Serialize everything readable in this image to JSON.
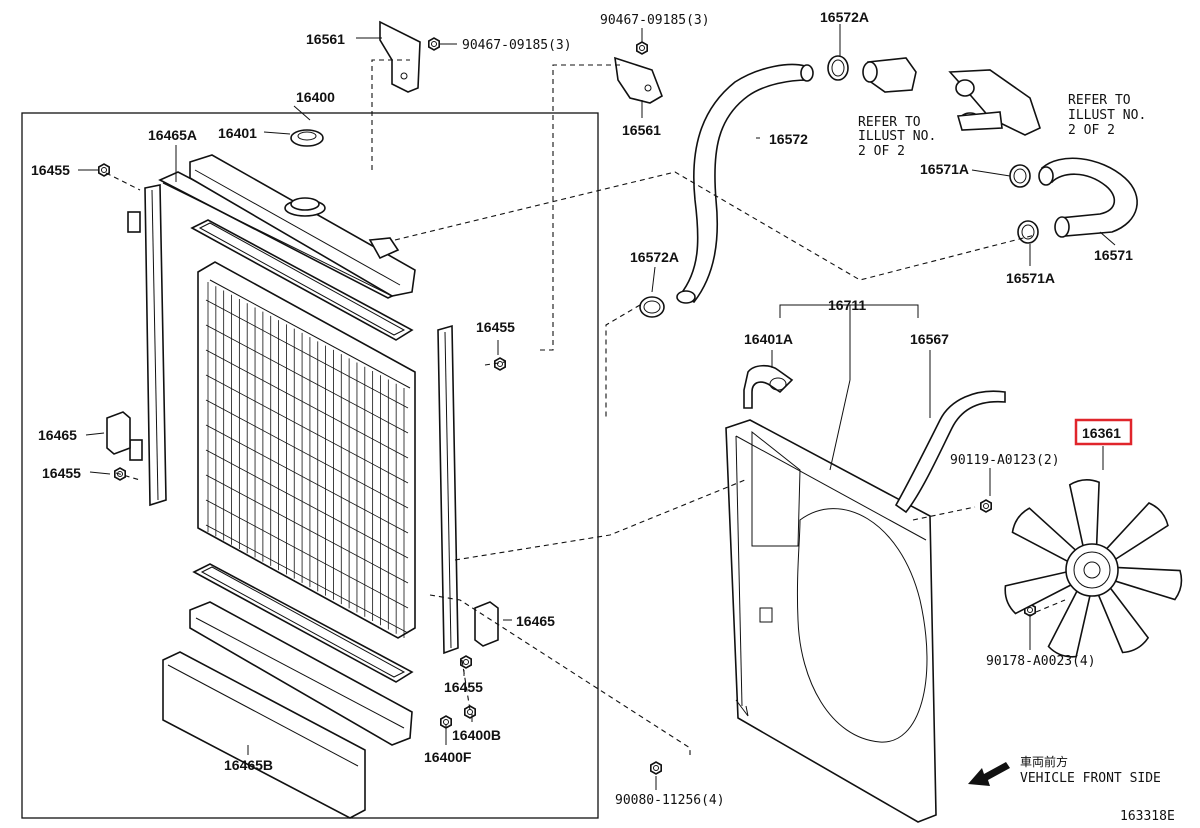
{
  "diagram": {
    "labels": {
      "radiator_assy": "16400",
      "cap": "16401",
      "reservoir_hose_clamp": "16401A",
      "upper_tank_seal": "16465A",
      "bolt_top_left": "16455",
      "bolt_left": "16455",
      "bolt_right_upper": "16455",
      "bolt_lower": "16455",
      "support_left": "16465",
      "support_right": "16465",
      "lower_seal": "16465B",
      "drain_cock": "16400B",
      "drain_plug": "16400F",
      "bracket_left": "16561",
      "bracket_right": "16561",
      "bolt_bracket": "90467-09185(3)",
      "bolt_bracket_2": "90467-09185(3)",
      "upper_hose": "16572",
      "upper_hose_clamp_top": "16572A",
      "upper_hose_clamp_low": "16572A",
      "lower_hose": "16571",
      "lower_hose_clamp_top": "16571A",
      "lower_hose_clamp_low": "16571A",
      "fan_shroud": "16711",
      "reservoir_hose": "16567",
      "fan": "16361",
      "shroud_bolt": "90119-A0123(2)",
      "fan_nut": "90178-A0023(4)",
      "bottom_bolt": "90080-11256(4)",
      "illustration_code": "163318E"
    },
    "notes": {
      "refer_left": [
        "REFER TO",
        "ILLUST NO.",
        "2 OF 2"
      ],
      "refer_right": [
        "REFER TO",
        "ILLUST NO.",
        "2 OF 2"
      ]
    },
    "vehicle_front_jp": "車両前方",
    "vehicle_front_en": "VEHICLE FRONT SIDE",
    "highlight_color": "#e0252b"
  }
}
